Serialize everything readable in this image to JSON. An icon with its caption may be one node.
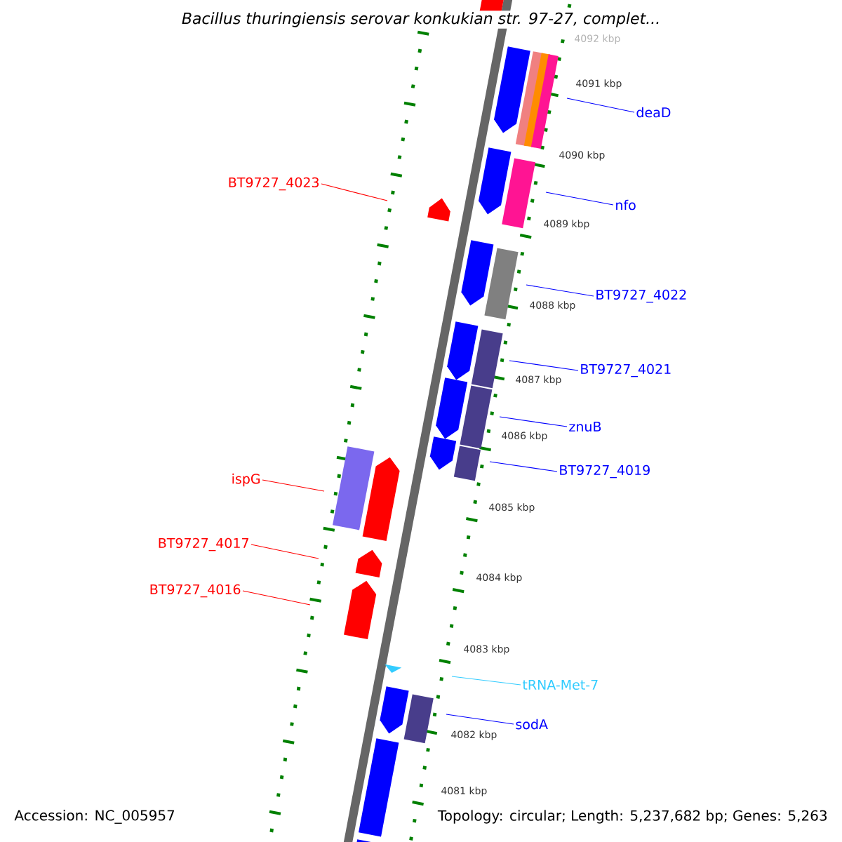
{
  "diagram": {
    "title": "*Bacillus thuringiensis* serovar konkukian str. 97-27, complet...",
    "nodes": [
      {
        "text": [
          "deaD"
        ]
      },
      {
        "text": [
          "BT9727_4023"
        ]
      },
      {
        "text": [
          "nfo"
        ]
      },
      {
        "text": [
          "BT9727_4022"
        ]
      },
      {
        "text": [
          "BT9727_4021"
        ]
      },
      {
        "text": [
          "znuB"
        ]
      },
      {
        "text": [
          "BT9727_4019"
        ]
      },
      {
        "text": [
          "ispG"
        ]
      },
      {
        "text": [
          "BT9727_4017"
        ]
      },
      {
        "text": [
          "BT9727_4016"
        ]
      },
      {
        "text": [
          "tRNA-Met-7"
        ]
      },
      {
        "text": [
          "sodA"
        ]
      }
    ],
    "edges": [
      {
        "from": 0,
        "to": null,
        "arrow": "none"
      },
      {
        "from": 1,
        "to": null,
        "arrow": "none",
        "color": "#ff0000"
      },
      {
        "from": 2,
        "to": null,
        "arrow": "none"
      },
      {
        "from": 3,
        "to": null,
        "arrow": "none"
      },
      {
        "from": 4,
        "to": null,
        "arrow": "none"
      },
      {
        "from": 5,
        "to": null,
        "arrow": "none"
      },
      {
        "from": 6,
        "to": null,
        "arrow": "none"
      },
      {
        "from": 7,
        "to": null,
        "arrow": "none",
        "color": "#ff0000"
      },
      {
        "from": 8,
        "to": null,
        "arrow": "none",
        "color": "#ff0000"
      },
      {
        "from": 9,
        "to": null,
        "arrow": "none",
        "color": "#ff0000"
      },
      {
        "from": 10,
        "to": null,
        "arrow": "none",
        "color": "#33ccff"
      },
      {
        "from": 11,
        "to": null,
        "arrow": "none"
      }
    ],
    "labels": [
      "4092 kbp",
      "4091 kbp",
      "4090 kbp",
      "4089 kbp",
      "4088 kbp",
      "4087 kbp",
      "4086 kbp",
      "4085 kbp",
      "4084 kbp",
      "4083 kbp",
      "4082 kbp",
      "4081 kbp",
      "Accession: NC_005957",
      "Topology: circular; Length: 5,237,682 bp; Genes: 5,263"
    ]
  }
}
